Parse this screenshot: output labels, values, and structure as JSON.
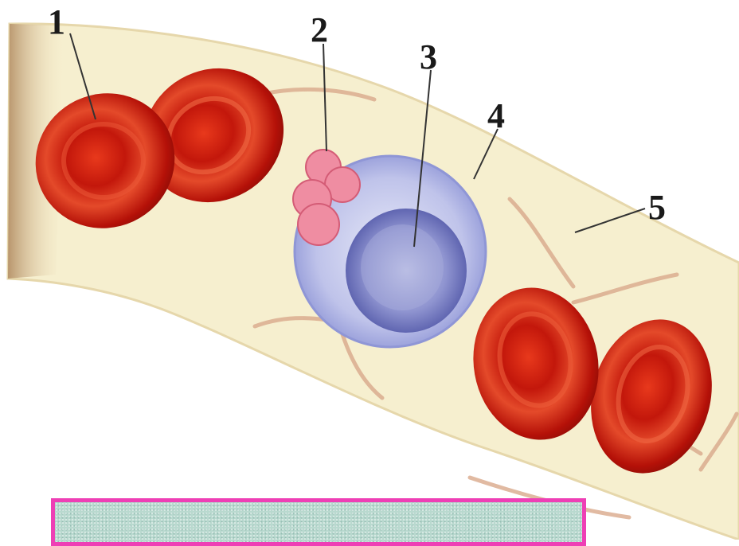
{
  "labels": [
    {
      "id": "red-blood-cell",
      "text": "1"
    },
    {
      "id": "platelets",
      "text": "2"
    },
    {
      "id": "white-blood-cell-nucleus",
      "text": "3"
    },
    {
      "id": "capillary-wall",
      "text": "4"
    },
    {
      "id": "plasma",
      "text": "5"
    }
  ],
  "answer_box": {
    "text": ""
  },
  "colors": {
    "vessel": "#f6efcf",
    "red_cell": "#c81a0c",
    "white_cell": "#9fa6de",
    "nucleus": "#6369b8",
    "platelet": "#ef8da2",
    "answer_border": "#ee3fb5",
    "answer_fill": "#b9d9cf"
  }
}
